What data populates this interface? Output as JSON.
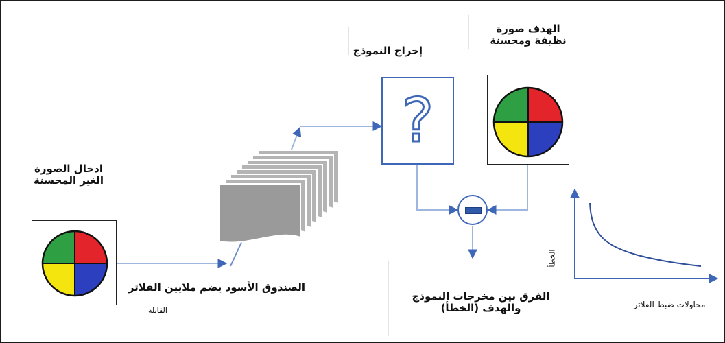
{
  "input_label": [
    "ادخال الصورة",
    "الغير المحسنة"
  ],
  "black_box_label": "الصندوق الأسود يضم ملايين الفلاتر",
  "black_box_sub": "القابلة",
  "model_output_label": "إخراج النموذج",
  "target_label": [
    "الهدف صورة",
    "نظيفة ومحسنة"
  ],
  "question_symbol": "?",
  "difference_label": [
    "الفرق بين مخرجات النموذج",
    "والهدف (الخطأ)"
  ],
  "chart_data": {
    "type": "line",
    "title": "",
    "xlabel": "محاولات ضبط الفلاتر",
    "ylabel": "الخطأ",
    "shape": "decreasing curve"
  },
  "colors": {
    "frame": "#1c1c1c",
    "accent_blue": "#3f67b8",
    "quadrant_green": "#2ea043",
    "quadrant_red": "#e3242b",
    "quadrant_yellow": "#f5e50f",
    "quadrant_blue": "#2c3fbf",
    "filter_gray": "#9a9a9a"
  }
}
